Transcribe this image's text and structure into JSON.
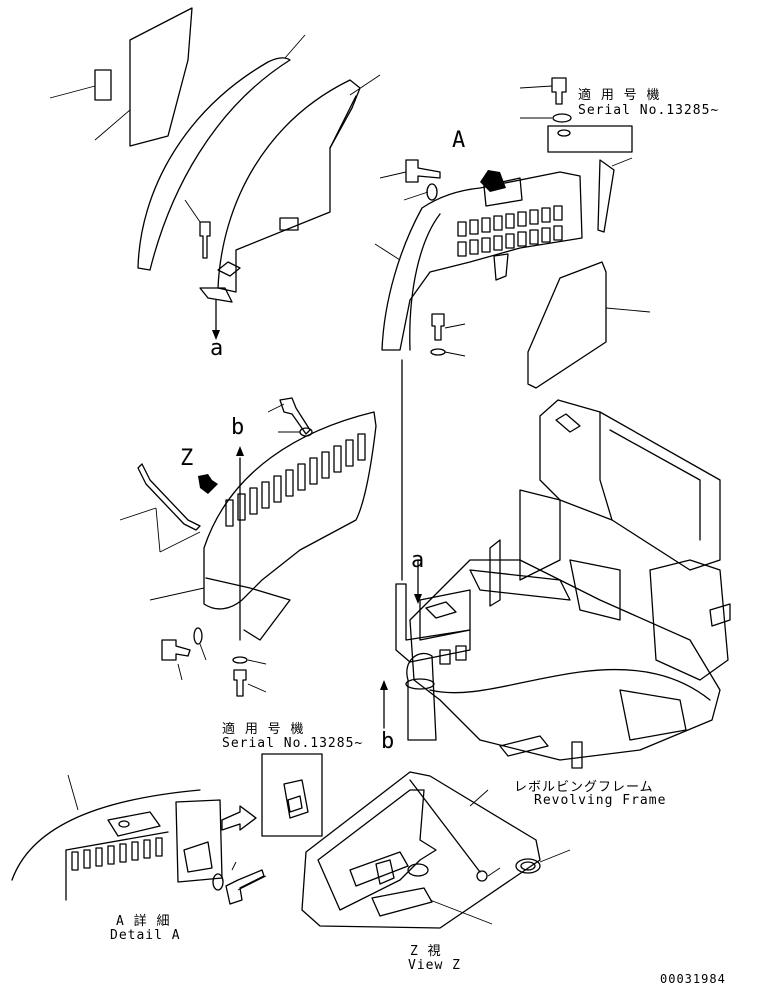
{
  "labels": {
    "callout_a_top": "A",
    "callout_z": "Z",
    "ref_a_left": "a",
    "ref_b_upper": "b",
    "ref_a_frame": "a",
    "ref_b_lower": "b",
    "serial_top_jp": "適 用 号 機",
    "serial_top_en": "Serial No.13285~",
    "serial_bottom_jp": "適 用 号 機",
    "serial_bottom_en": "Serial No.13285~",
    "frame_jp": "レボルビングフレーム",
    "frame_en": "Revolving Frame",
    "detail_jp": "A 詳 細",
    "detail_en": "Detail A",
    "view_jp": "Z  視",
    "view_en": "View Z",
    "drawing_number": "00031984"
  }
}
